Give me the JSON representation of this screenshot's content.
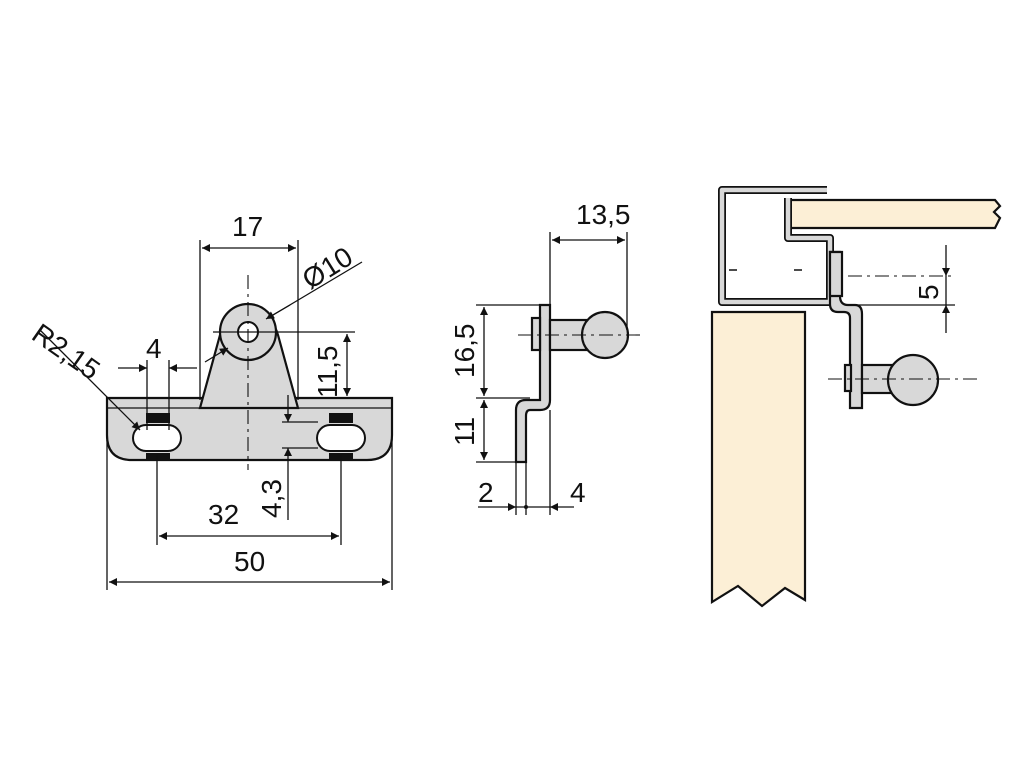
{
  "colors": {
    "part": "#d8d8d8",
    "wood": "#fcefd6",
    "line": "#111111"
  },
  "front_view": {
    "width_top": "17",
    "hole_diameter": "Ø10",
    "slot_radius": "R2,15",
    "slot_width": "4",
    "pivot_height": "11,5",
    "slot_offset": "4,3",
    "slot_spacing": "32",
    "overall_width": "50"
  },
  "side_view": {
    "ball_projection": "13,5",
    "upper_height": "16,5",
    "lower_height": "11",
    "thickness": "2",
    "offset": "4"
  },
  "installed_view": {
    "vertical_offset": "5"
  }
}
